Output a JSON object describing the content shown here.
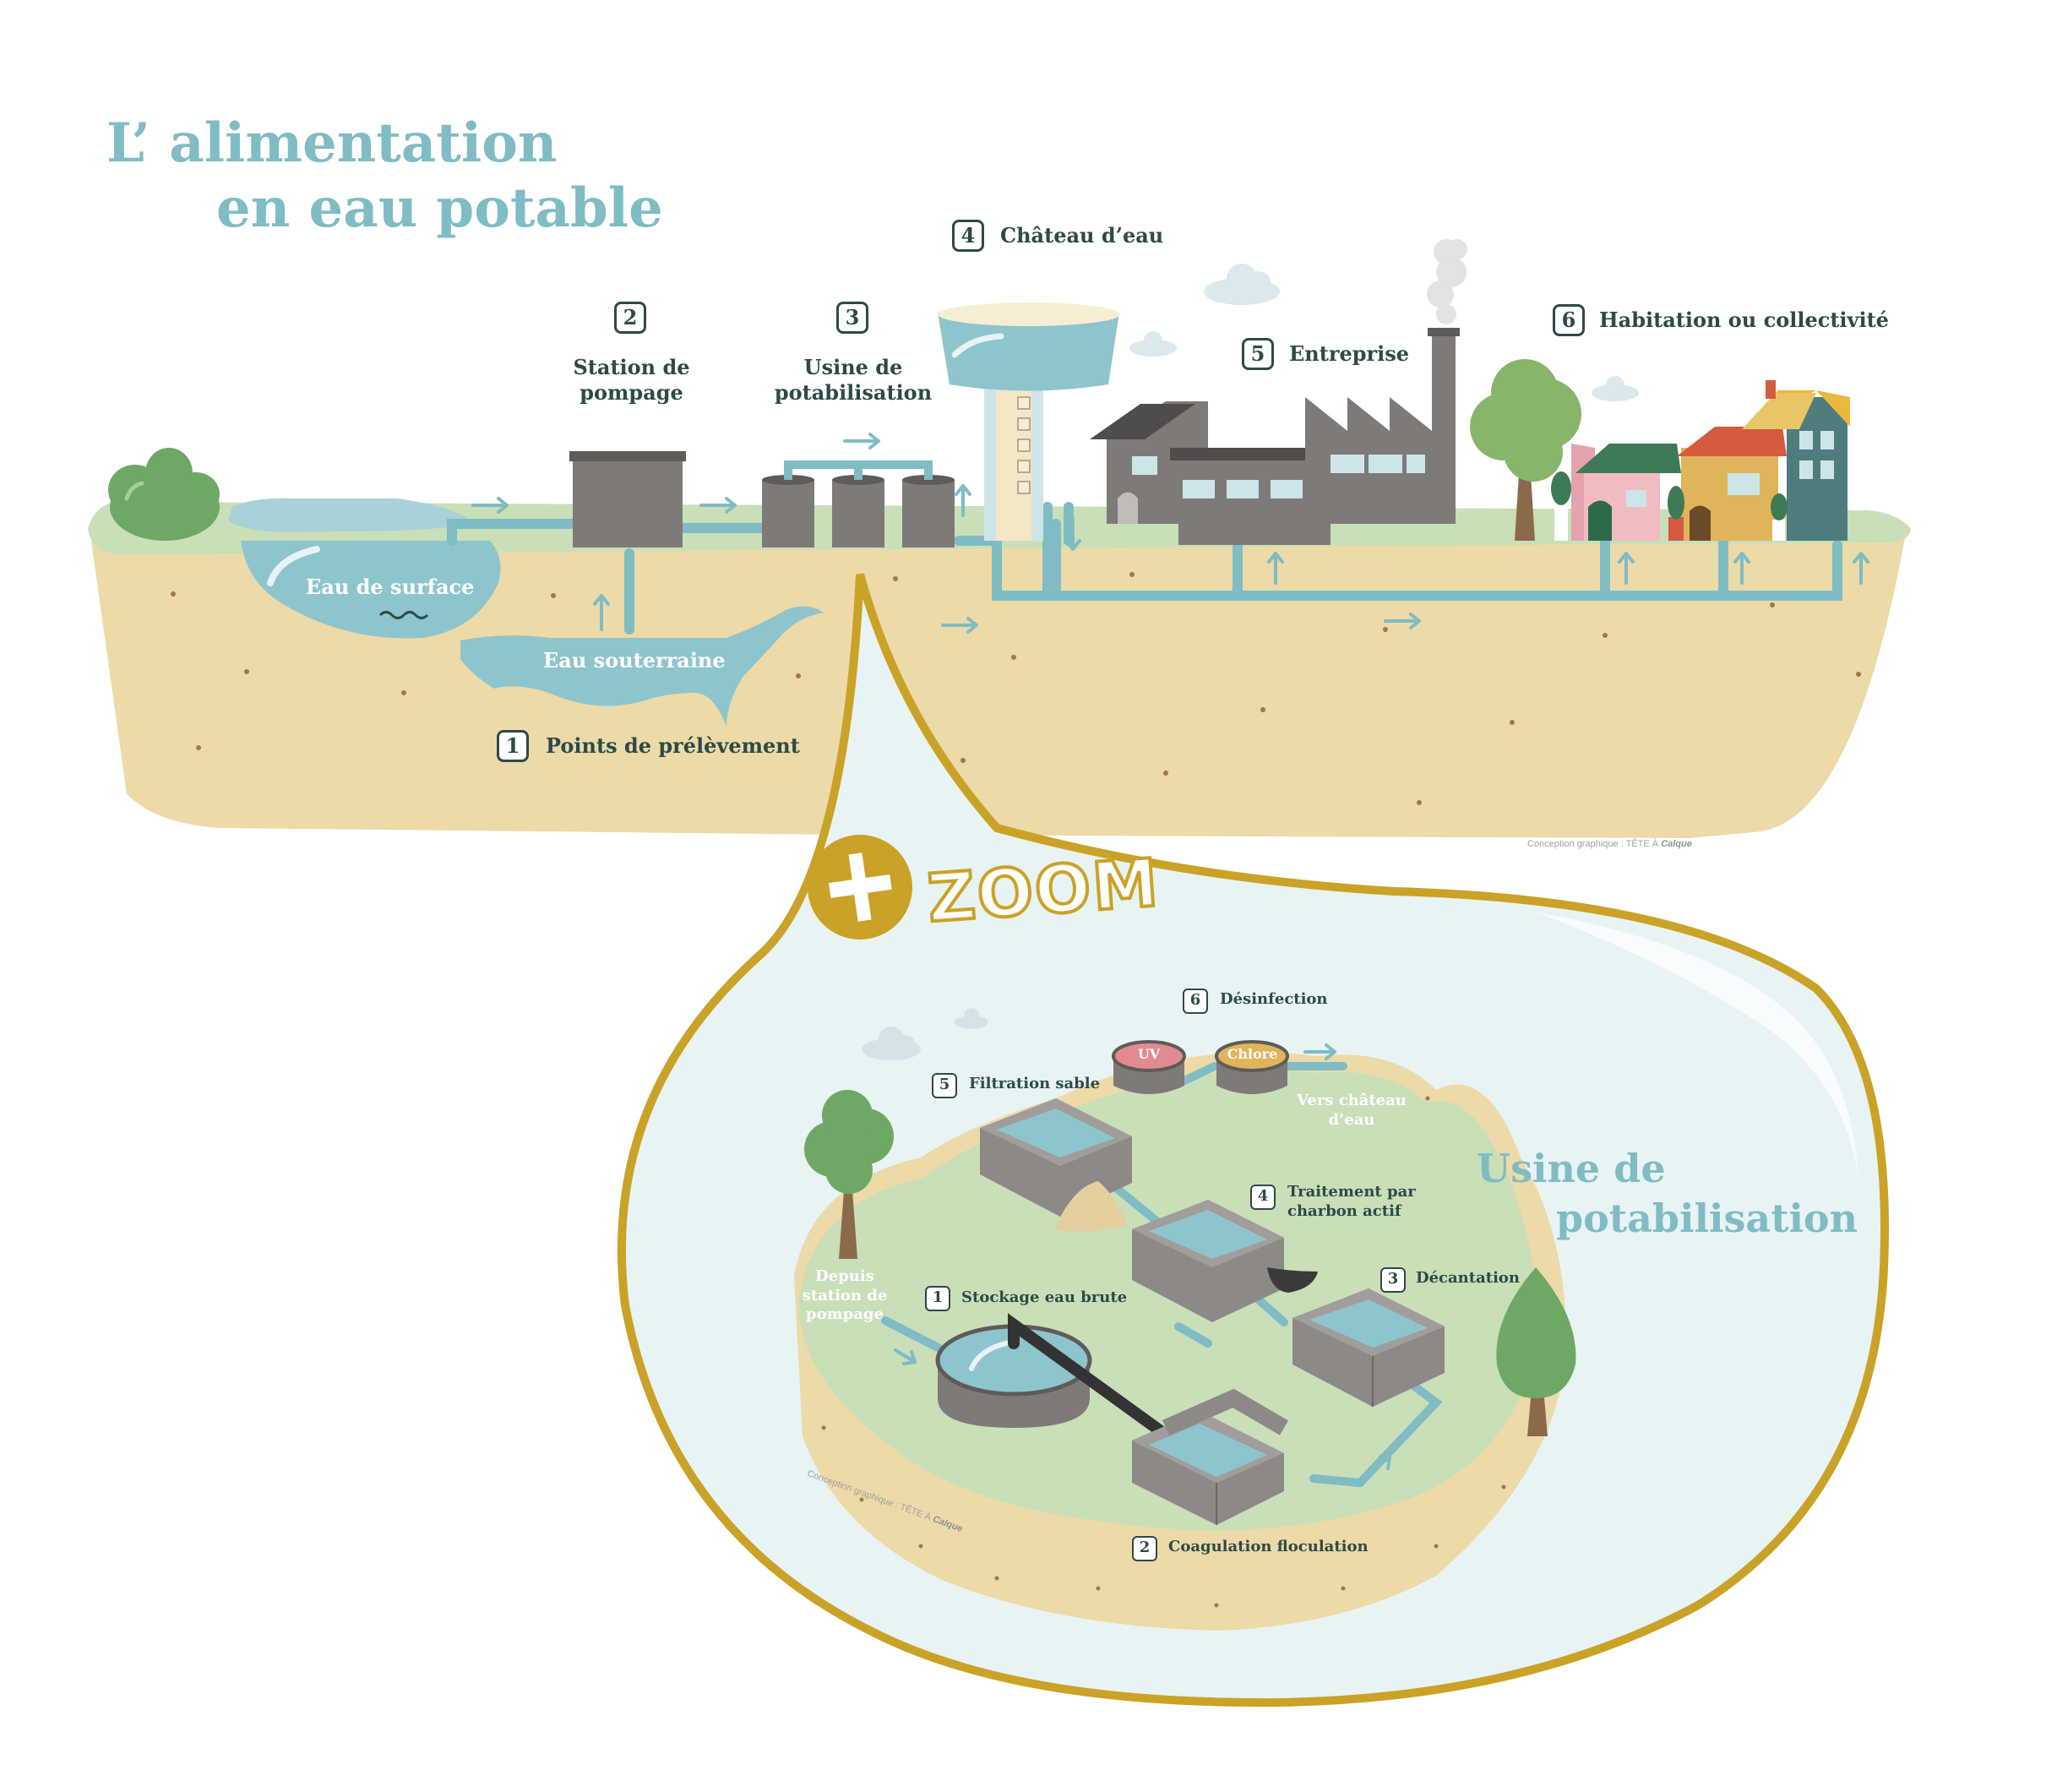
{
  "title": {
    "line1": "L’ alimentation",
    "line2": "en eau potable"
  },
  "steps": [
    {
      "number": "1",
      "label": "Points de prélèvement"
    },
    {
      "number": "2",
      "label_line1": "Station de",
      "label_line2": "pompage"
    },
    {
      "number": "3",
      "label_line1": "Usine de",
      "label_line2": "potabilisation"
    },
    {
      "number": "4",
      "label": "Château d’eau"
    },
    {
      "number": "5",
      "label": "Entreprise"
    },
    {
      "number": "6",
      "label": "Habitation ou collectivité"
    }
  ],
  "water_bodies": {
    "surface": "Eau de surface",
    "underground": "Eau souterraine"
  },
  "zoom": {
    "badge": "ZOOM",
    "title_line1": "Usine de",
    "title_line2": "potabilisation",
    "inlet_line1": "Depuis",
    "inlet_line2": "station de",
    "inlet_line3": "pompage",
    "outlet_line1": "Vers château",
    "outlet_line2": "d’eau",
    "uv": "UV",
    "chlore": "Chlore",
    "steps": [
      {
        "number": "1",
        "label": "Stockage eau brute"
      },
      {
        "number": "2",
        "label": "Coagulation floculation"
      },
      {
        "number": "3",
        "label": "Décantation"
      },
      {
        "number": "4",
        "label_line1": "Traitement par",
        "label_line2": "charbon actif"
      },
      {
        "number": "5",
        "label": "Filtration sable"
      },
      {
        "number": "6",
        "label": "Désinfection"
      }
    ]
  },
  "credits": {
    "main_prefix": "Conception graphique :",
    "main_brand": "TÊTE À",
    "main_brand2": "Calque",
    "zoom_prefix": "Conception graphique :",
    "zoom_brand": "TÊTE À",
    "zoom_brand2": "Calque"
  },
  "colors": {
    "title": "#7fbcc4",
    "text": "#2d4a47",
    "water": "#8ec5cc",
    "pipe": "#7fbcc4",
    "ground": "#ecdaa8",
    "grass": "#c9dfb8",
    "building": "#7d7a78",
    "zoom_border": "#c9a227"
  }
}
